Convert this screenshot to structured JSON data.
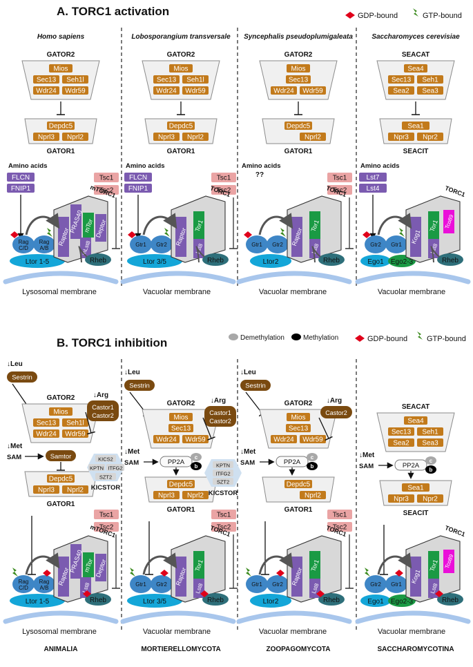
{
  "section_a_title": "A.   TORC1 activation",
  "section_b_title": "B.   TORC1 inhibition",
  "legend": {
    "gdp": "GDP-bound",
    "gtp": "GTP-bound",
    "demethylation": "Demethylation",
    "methylation": "Methylation"
  },
  "colors": {
    "orange": "#c27a1b",
    "purple": "#7b5bb0",
    "pink": "#eaa4a4",
    "blue": "#3e86c6",
    "light_blue": "#14a6d8",
    "teal": "#2e6f7a",
    "green": "#1a9a44",
    "magenta": "#ea0fd9",
    "brown": "#7a4a10",
    "gray_box": "#d6d6d6",
    "membrane": "#a8c6ec",
    "gdp_red": "#e0001a",
    "gtp_green": "#3b8a1e"
  },
  "panel_a": [
    {
      "species": "Homo sapiens",
      "upper_complex": "GATOR2",
      "upper_members": [
        "Mios",
        "Sec13",
        "Seh1l",
        "Wdr24",
        "Wdr59"
      ],
      "lower_members": [
        "Depdc5",
        "Nprl3",
        "Nprl2"
      ],
      "lower_complex": "GATOR1",
      "amino_acids": "Amino acids",
      "aa_sensors": [
        "FLCN",
        "FNIP1"
      ],
      "tsc": [
        "Tsc1",
        "Tsc2"
      ],
      "torc_label": "mTORC1",
      "gtpases": [
        "Rag C/D",
        "Rag A/B"
      ],
      "scaffold": "Ltor 1-5",
      "torc_members": [
        "Raptor",
        "PRAS40",
        "mTor",
        "Deptor",
        "mLst8"
      ],
      "rheb": "Rheb",
      "membrane": "Lysosomal membrane"
    },
    {
      "species": "Lobosporangium transversale",
      "upper_complex": "GATOR2",
      "upper_members": [
        "Mios",
        "Sec13",
        "Seh1l",
        "Wdr24",
        "Wdr59"
      ],
      "lower_members": [
        "Depdc5",
        "Nprl3",
        "Nprl2"
      ],
      "lower_complex": "GATOR1",
      "amino_acids": "Amino acids",
      "aa_sensors": [
        "FLCN",
        "FNIP1"
      ],
      "tsc": [
        "Tsc1",
        "Tsc2"
      ],
      "torc_label": "TORC1",
      "gtpases": [
        "Gtr1",
        "Gtr2"
      ],
      "scaffold": "Ltor 3/5",
      "torc_members": [
        "Raptor",
        "Tor1",
        "Lst8"
      ],
      "rheb": "Rheb",
      "membrane": "Vacuolar membrane"
    },
    {
      "species": "Syncephalis pseudoplumigaleata",
      "upper_complex": "GATOR2",
      "upper_members": [
        "Mios",
        "Sec13",
        "Wdr24",
        "Wdr59"
      ],
      "lower_members": [
        "Depdc5",
        "Nprl2"
      ],
      "lower_complex": "GATOR1",
      "amino_acids": "Amino acids",
      "aa_unknown": "??",
      "tsc": [
        "Tsc1",
        "Tsc2"
      ],
      "torc_label": "TORC1",
      "gtpases": [
        "Gtr1",
        "Gtr2"
      ],
      "scaffold": "Ltor2",
      "torc_members": [
        "Raptor",
        "Tor1",
        "Lst8"
      ],
      "rheb": "Rheb",
      "membrane": "Vacuolar membrane"
    },
    {
      "species": "Saccharomyces cerevisiae",
      "upper_complex": "SEACAT",
      "upper_members": [
        "Sea4",
        "Sec13",
        "Seh1",
        "Sea2",
        "Sea3"
      ],
      "lower_members": [
        "Sea1",
        "Npr3",
        "Npr2"
      ],
      "lower_complex": "SEACIT",
      "amino_acids": "Amino acids",
      "aa_sensors": [
        "Lst7",
        "Lst4"
      ],
      "torc_label": "TORC1",
      "gtpases": [
        "Gtr2",
        "Gtr1"
      ],
      "scaffold": [
        "Ego1",
        "Ego2-3"
      ],
      "torc_members": [
        "Kog1",
        "Tor1",
        "Tco89",
        "Lst8"
      ],
      "rheb": "Rheb",
      "membrane": "Vacuolar membrane"
    }
  ],
  "panel_b": [
    {
      "leu": "↓Leu",
      "leu_sensor": "Sestrin",
      "upper_complex": "GATOR2",
      "upper_members": [
        "Mios",
        "Sec13",
        "Seh1l",
        "Wdr24",
        "Wdr59"
      ],
      "arg": "↓Arg",
      "arg_sensors": [
        "Castor1",
        "Castor2"
      ],
      "met": "↓Met",
      "sam": "SAM",
      "met_sensor": "Samtor",
      "lower_members": [
        "Depdc5",
        "Nprl3",
        "Nprl2"
      ],
      "lower_complex": "GATOR1",
      "kicstor_members": [
        "KICS2",
        "KPTN",
        "ITFG2",
        "SZT2"
      ],
      "kicstor": "KICSTOR",
      "tsc": [
        "Tsc1",
        "Tsc2"
      ],
      "torc_label": "mTORC1",
      "gtpases": [
        "Rag C/D",
        "Rag A/B"
      ],
      "scaffold": "Ltor 1-5",
      "torc_members": [
        "Raptor",
        "PRAS40",
        "mTor",
        "Deptor",
        "Lst8"
      ],
      "rheb": "Rheb",
      "membrane": "Lysosomal membrane",
      "lineage": "ANIMALIA"
    },
    {
      "leu": "↓Leu",
      "leu_sensor": "Sestrin",
      "upper_complex": "GATOR2",
      "upper_members": [
        "Mios",
        "Sec13",
        "Wdr24",
        "Wdr59"
      ],
      "arg": "↓Arg",
      "arg_sensors": [
        "Castor1",
        "Castor2"
      ],
      "met": "↓Met",
      "sam": "SAM",
      "pp2a": "PP2A",
      "pp2a_marks": [
        "c",
        "b"
      ],
      "lower_members": [
        "Depdc5",
        "Nprl3",
        "Nprl2"
      ],
      "lower_complex": "GATOR1",
      "kicstor_members": [
        "KPTN",
        "ITFG2",
        "SZT2"
      ],
      "kicstor": "KICSTOR",
      "tsc": [
        "Tsc1",
        "Tsc2"
      ],
      "torc_label": "TORC1",
      "gtpases": [
        "Gtr1",
        "Gtr2"
      ],
      "scaffold": "Ltor 3/5",
      "torc_members": [
        "Raptor",
        "Tor1",
        "Lst8"
      ],
      "rheb": "Rheb",
      "membrane": "Vacuolar membrane",
      "lineage": "MORTIERELLOMYCOTA"
    },
    {
      "leu": "↓Leu",
      "leu_sensor": "Sestrin",
      "upper_complex": "GATOR2",
      "upper_members": [
        "Mios",
        "Sec13",
        "Wdr24",
        "Wdr59"
      ],
      "arg": "↓Arg",
      "arg_sensors": [
        "Castor2"
      ],
      "met": "↓Met",
      "sam": "SAM",
      "pp2a": "PP2A",
      "pp2a_marks": [
        "c",
        "b"
      ],
      "lower_members": [
        "Depdc5",
        "Nprl2"
      ],
      "lower_complex": "GATOR1",
      "tsc": [
        "Tsc1",
        "Tsc2"
      ],
      "torc_label": "TORC1",
      "gtpases": [
        "Gtr1",
        "Gtr2"
      ],
      "scaffold": "Ltor2",
      "torc_members": [
        "Raptor",
        "Tor1",
        "Lst8"
      ],
      "rheb": "Rheb",
      "membrane": "Vacuolar membrane",
      "lineage": "ZOOPAGOMYCOTA"
    },
    {
      "upper_complex": "SEACAT",
      "upper_members": [
        "Sea4",
        "Sec13",
        "Seh1",
        "Sea2",
        "Sea3"
      ],
      "met": "↓Met",
      "sam": "SAM",
      "pp2a": "PP2A",
      "pp2a_marks": [
        "c",
        "b"
      ],
      "lower_members": [
        "Sea1",
        "Npr3",
        "Npr2"
      ],
      "lower_complex": "SEACIT",
      "torc_label": "TORC1",
      "gtpases": [
        "Gtr2",
        "Gtr1"
      ],
      "scaffold": [
        "Ego1",
        "Ego2-3"
      ],
      "torc_members": [
        "Kog1",
        "Tor1",
        "Tco89",
        "Lst8"
      ],
      "rheb": "Rheb",
      "membrane": "Vacuolar membrane",
      "lineage": "SACCHAROMYCOTINA"
    }
  ]
}
